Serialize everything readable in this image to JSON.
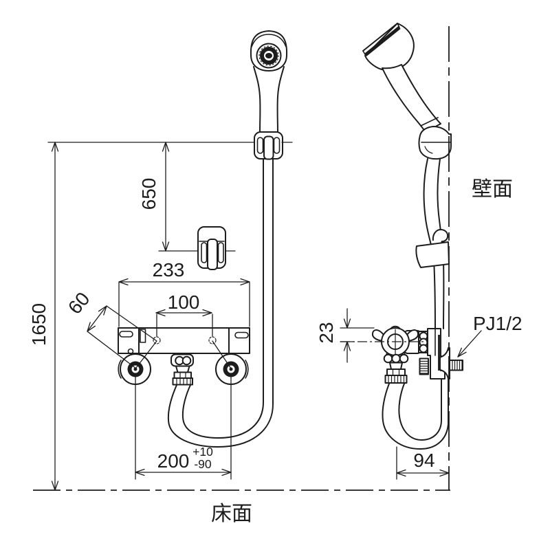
{
  "labels": {
    "wall_surface": "壁面",
    "floor_surface": "床面",
    "connection_thread": "PJ1/2"
  },
  "dims": {
    "height_total": "1650",
    "height_hook": "650",
    "body_width": "233",
    "inlet_pitch": "100",
    "leg_offset": "60",
    "supply_pitch": "200",
    "supply_tol_upper": "+10",
    "supply_tol_lower": "-90",
    "handle_offset": "23",
    "loop_depth": "94"
  }
}
